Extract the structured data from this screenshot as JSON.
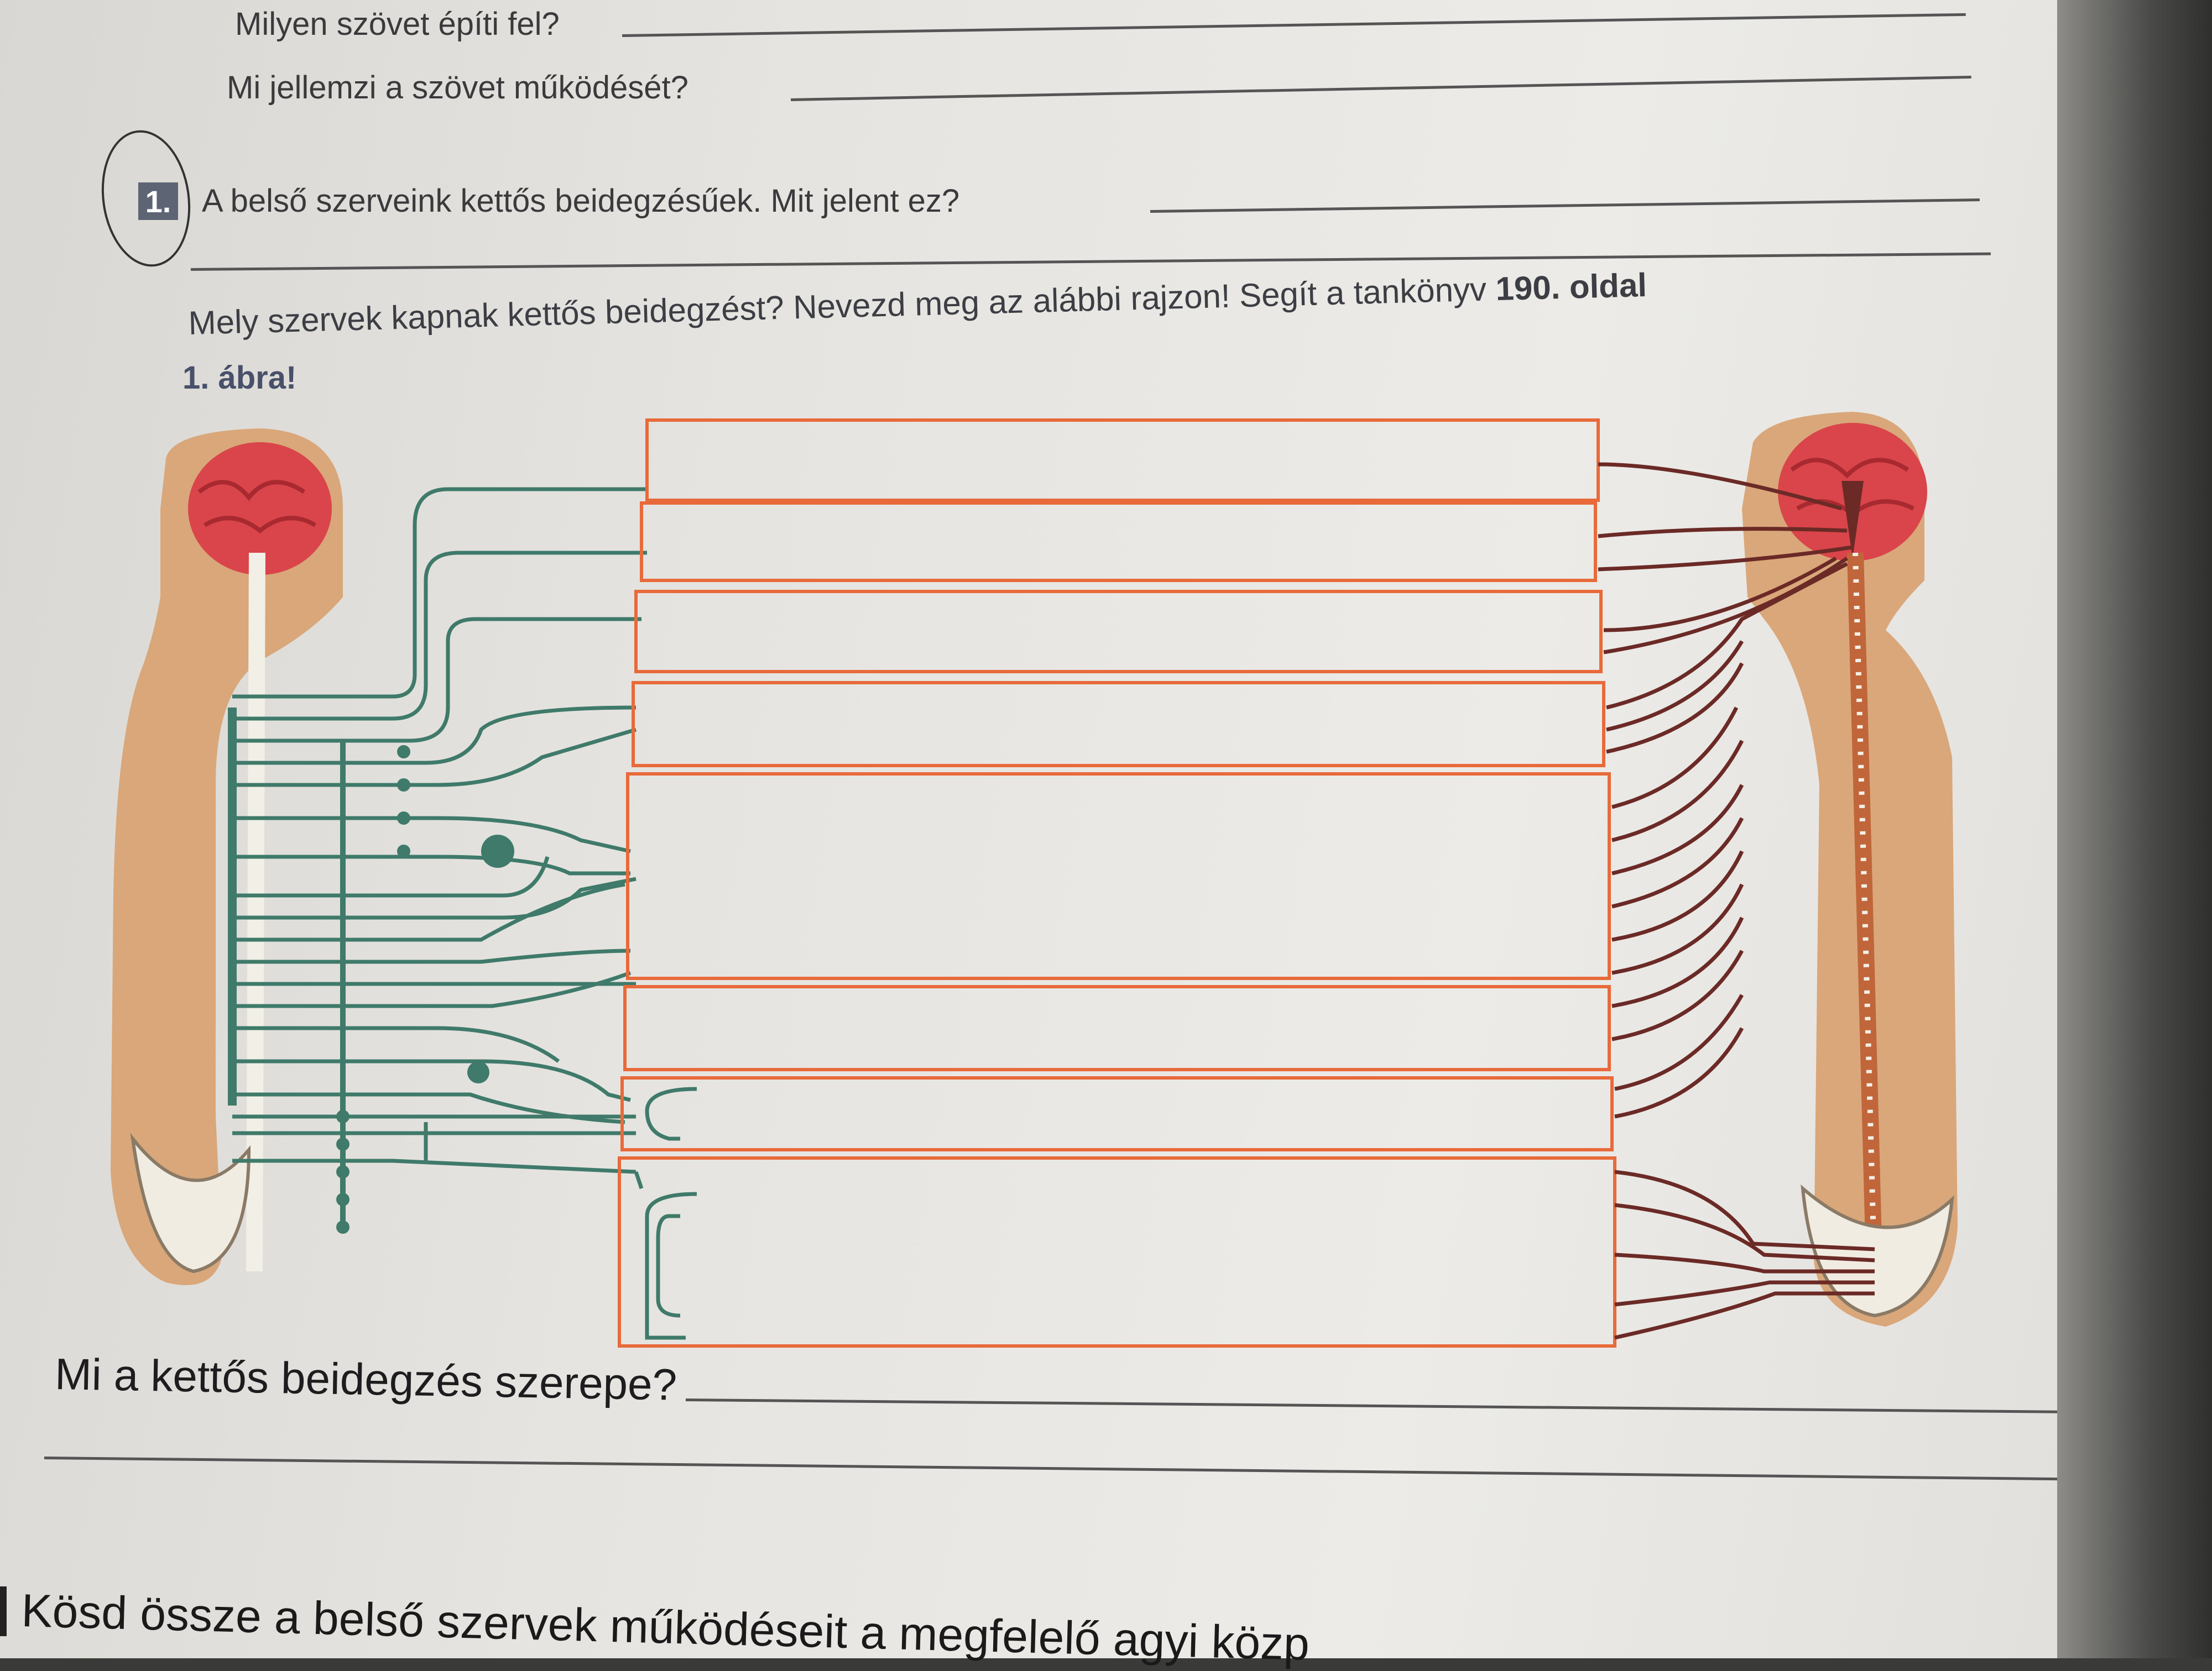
{
  "worksheet": {
    "q_tissue": "Milyen szövet építi fel?",
    "q_tissue_function": "Mi jellemzi a szövet működését?",
    "task1": {
      "number": "1.",
      "question": "A belső szerveink kettős beidegzésűek. Mit jelent ez?",
      "instruction_main": "Mely szervek kapnak kettős beidegzést? Nevezd meg az alábbi rajzon! Segít a tankönyv ",
      "instruction_page": "190. oldal",
      "figure_ref": "1. ábra!"
    },
    "q_role": "Mi a kettős beidegzés szerepe?",
    "next_task": "Kösd össze a belső szervek működéseit a megfelelő agyi közp"
  },
  "colors": {
    "sympathetic": "#3f7a6a",
    "parasympathetic": "#6b2a26",
    "box_border": "#e86a3a",
    "skin": "#d9a77a",
    "brain": "#d9454a"
  },
  "diagram": {
    "box_count": 8
  }
}
